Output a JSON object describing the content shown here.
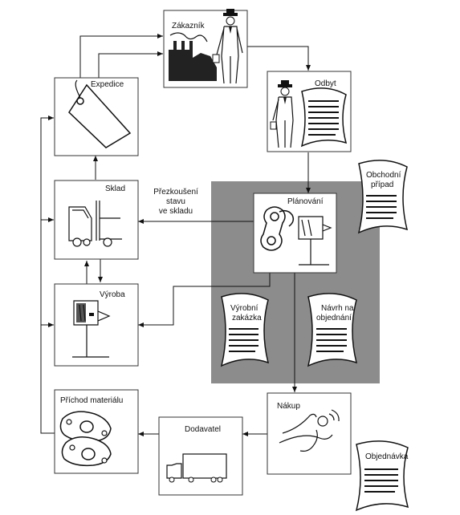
{
  "nodes": {
    "zakaznik": "Zákazník",
    "expedice": "Expedice",
    "odbyt": "Odbyt",
    "sklad": "Sklad",
    "planovani": "Plánování",
    "vyroba": "Výroba",
    "prichod": "Příchod materiálu",
    "dodavatel": "Dodavatel",
    "nakup": "Nákup"
  },
  "documents": {
    "obchodni_pripad": [
      "Obchodní",
      "případ"
    ],
    "vyrobni_zakazka": [
      "Výrobní",
      "zakázka"
    ],
    "navrh_na_objednani": [
      "Návrh na",
      "objednání"
    ],
    "objednavka": "Objednávka"
  },
  "edge_labels": {
    "prezkouseni": [
      "Přezkoušení",
      "stavu",
      "ve skladu"
    ]
  },
  "colors": {
    "planning_area": "#8c8c8c",
    "box_border": "#333333",
    "line": "#111111",
    "fill_dark": "#555555"
  }
}
